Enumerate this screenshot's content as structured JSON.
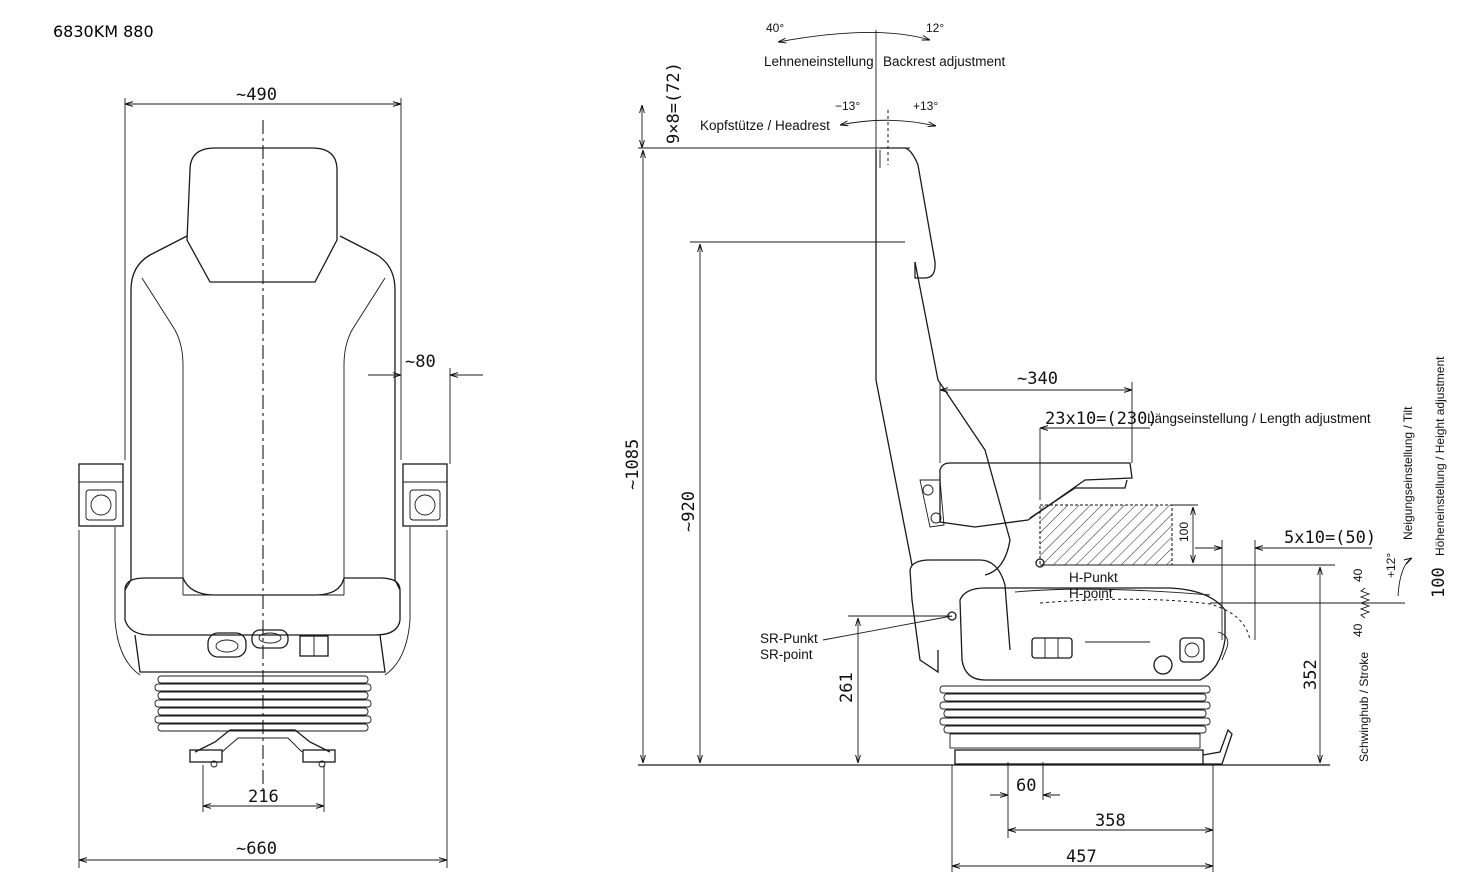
{
  "title": "6830KM 880",
  "front_view": {
    "width_top": "~490",
    "armrest_width": "~80",
    "base_width": "216",
    "total_width": "~660"
  },
  "side_view": {
    "backrest_angle_back": "40°",
    "backrest_angle_fwd": "12°",
    "backrest_de": "Lehneneinstellung",
    "backrest_en": "Backrest adjustment",
    "headrest_minus": "−13°",
    "headrest_plus": "+13°",
    "headrest_label": "Kopfstütze / Headrest",
    "headrest_steps": "9×8=(72)",
    "total_height": "~1085",
    "backrest_height": "~920",
    "armrest_length": "~340",
    "length_adj_value": "23x10=(230)",
    "length_adj_label": "Längseinstellung / Length adjustment",
    "box_height": "100",
    "tilt_steps": "5x10=(50)",
    "h_point_de": "H-Punkt",
    "h_point_en": "H-point",
    "sr_point_de": "SR-Punkt",
    "sr_point_en": "SR-point",
    "sr_height": "261",
    "seat_height": "352",
    "stroke_up": "40",
    "stroke_down": "40",
    "stroke_label": "Schwinghub / Stroke",
    "tilt_angle": "+12°",
    "tilt_label": "Neigungseinstellung / Tilt",
    "height_value": "100",
    "height_label": "Höheneinstellung / Height adjustment",
    "dim_60": "60",
    "dim_358": "358",
    "dim_457": "457"
  }
}
